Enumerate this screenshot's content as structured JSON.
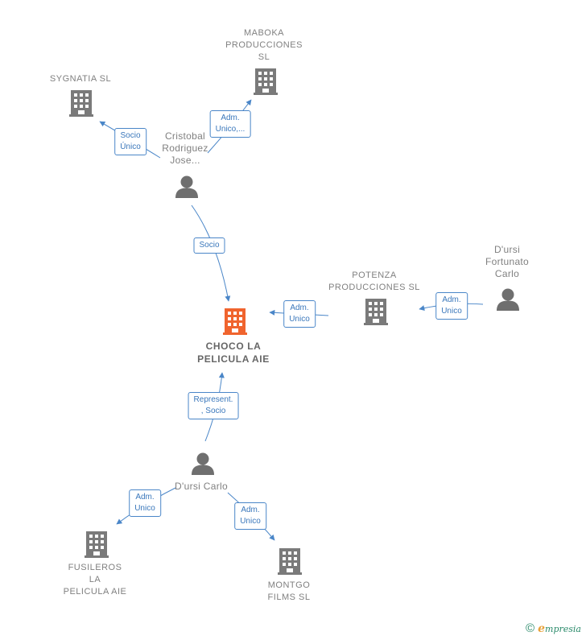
{
  "colors": {
    "edge": "#4a86c8",
    "company_icon": "#7a7a7a",
    "main_icon": "#f0642e",
    "person_icon": "#6f6f6f",
    "label": "#808080"
  },
  "nodes": {
    "main": {
      "lines": [
        "CHOCO LA",
        "PELICULA AIE"
      ]
    },
    "sygnatia": {
      "lines": [
        "SYGNATIA  SL"
      ]
    },
    "maboka": {
      "lines": [
        "MABOKA",
        "PRODUCCIONES",
        "SL"
      ]
    },
    "cristobal": {
      "lines": [
        "Cristobal",
        "Rodriguez",
        "Jose..."
      ]
    },
    "potenza": {
      "lines": [
        "POTENZA",
        "PRODUCCIONES SL"
      ]
    },
    "dursi_fortunato": {
      "lines": [
        "D'ursi",
        "Fortunato",
        "Carlo"
      ]
    },
    "dursi_carlo": {
      "lines": [
        "D'ursi Carlo"
      ]
    },
    "fusileros": {
      "lines": [
        "FUSILEROS",
        "LA",
        "PELICULA AIE"
      ]
    },
    "montgo": {
      "lines": [
        "MONTGO",
        "FILMS  SL"
      ]
    }
  },
  "edges": {
    "cristobal_sygnatia": {
      "lines": [
        "Socio",
        "Único"
      ]
    },
    "cristobal_maboka": {
      "lines": [
        "Adm.",
        "Unico,..."
      ]
    },
    "cristobal_main": {
      "lines": [
        "Socio"
      ]
    },
    "potenza_main": {
      "lines": [
        "Adm.",
        "Unico"
      ]
    },
    "fortunato_potenza": {
      "lines": [
        "Adm.",
        "Unico"
      ]
    },
    "carlo_main": {
      "lines": [
        "Represent.",
        ", Socio"
      ]
    },
    "carlo_fusileros": {
      "lines": [
        "Adm.",
        "Unico"
      ]
    },
    "carlo_montgo": {
      "lines": [
        "Adm.",
        "Unico"
      ]
    }
  },
  "footer": {
    "copyright_symbol": "©",
    "brand_initial": "e",
    "brand_rest": "mpresia"
  }
}
